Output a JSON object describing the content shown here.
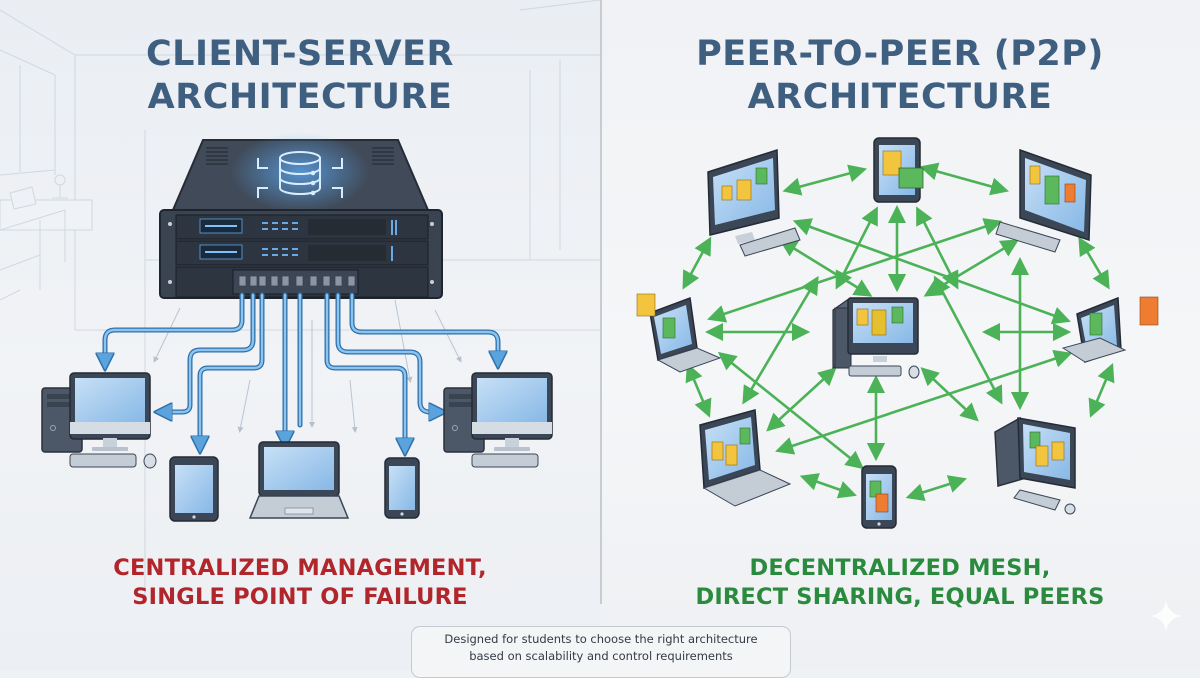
{
  "left_panel": {
    "title_line1": "CLIENT-SERVER",
    "title_line2": "ARCHITECTURE",
    "caption_line1": "CENTRALIZED MANAGEMENT,",
    "caption_line2": "SINGLE POINT OF FAILURE",
    "caption_color": "#b0262b",
    "arrow_color": "#5aa3dd",
    "hub": "server-rack",
    "clients": [
      "desktop-left",
      "tablet",
      "laptop",
      "smartphone",
      "desktop-right"
    ]
  },
  "right_panel": {
    "title_line1": "PEER-TO-PEER (P2P)",
    "title_line2": "ARCHITECTURE",
    "caption_line1": "DECENTRALIZED MESH,",
    "caption_line2": "DIRECT SHARING, EQUAL PEERS",
    "caption_color": "#2a8a3e",
    "arrow_color": "#4cb257",
    "peers": [
      "monitor-top-left",
      "tablet-top",
      "monitor-top-right",
      "laptop-left",
      "desktop-center",
      "laptop-right",
      "laptop-bottom-left",
      "smartphone-bottom",
      "desktop-bottom-right"
    ]
  },
  "footer": {
    "line1": "Designed for students to choose the right architecture",
    "line2": "based on scalability and control requirements"
  },
  "colors": {
    "title": "#3f5f80",
    "device_frame": "#3b4656",
    "screen": "#a9cdee",
    "file_yellow": "#f3c53e",
    "file_green": "#5cb85c",
    "file_orange": "#ee7d32"
  }
}
